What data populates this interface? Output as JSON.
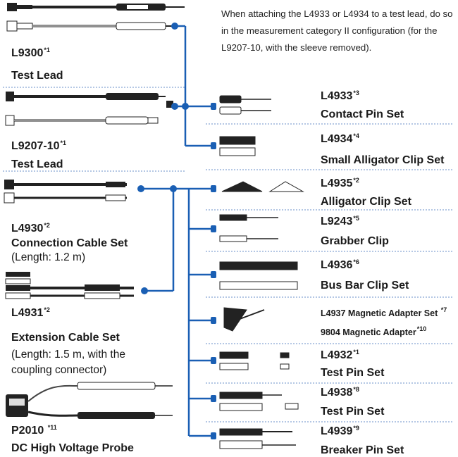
{
  "note": "When attaching the L4933 or L4934 to a test lead, do so in the measurement category II configuration (for the L9207-10, with the sleeve removed).",
  "colors": {
    "wire": "#1a5fb4",
    "separator": "#6a8fc8",
    "text": "#1a1a1a"
  },
  "left": [
    {
      "code": "L9300",
      "sup": "*1",
      "name": "Test Lead"
    },
    {
      "code": "L9207-10",
      "sup": "*1",
      "name": "Test Lead"
    },
    {
      "code": "L4930",
      "sup": "*2",
      "name": "Connection Cable Set",
      "detail": "(Length: 1.2 m)"
    },
    {
      "code": "L4931",
      "sup": "*2",
      "name": "Extension Cable Set",
      "detail1": "(Length: 1.5 m, with the",
      "detail2": "coupling connector)"
    },
    {
      "code": "P2010 ",
      "sup": "*11",
      "name": "DC High Voltage Probe"
    }
  ],
  "right": [
    {
      "code": "L4933",
      "sup": "*3",
      "name": "Contact Pin Set"
    },
    {
      "code": "L4934",
      "sup": "*4",
      "name": "Small Alligator Clip Set"
    },
    {
      "code": "L4935",
      "sup": "*2",
      "name": "Alligator Clip Set"
    },
    {
      "code": "L9243",
      "sup": "*5",
      "name": "Grabber Clip"
    },
    {
      "code": "L4936",
      "sup": "*6",
      "name": "Bus Bar Clip Set"
    },
    {
      "line1": "L4937 Magnetic Adapter Set ",
      "sup1": "*7",
      "line2": "9804 Magnetic Adapter",
      "sup2": "*10"
    },
    {
      "code": "L4932",
      "sup": "*1",
      "name": "Test Pin Set"
    },
    {
      "code": "L4938",
      "sup": "*8",
      "name": "Test Pin Set"
    },
    {
      "code": "L4939",
      "sup": "*9",
      "name": "Breaker Pin Set"
    }
  ]
}
